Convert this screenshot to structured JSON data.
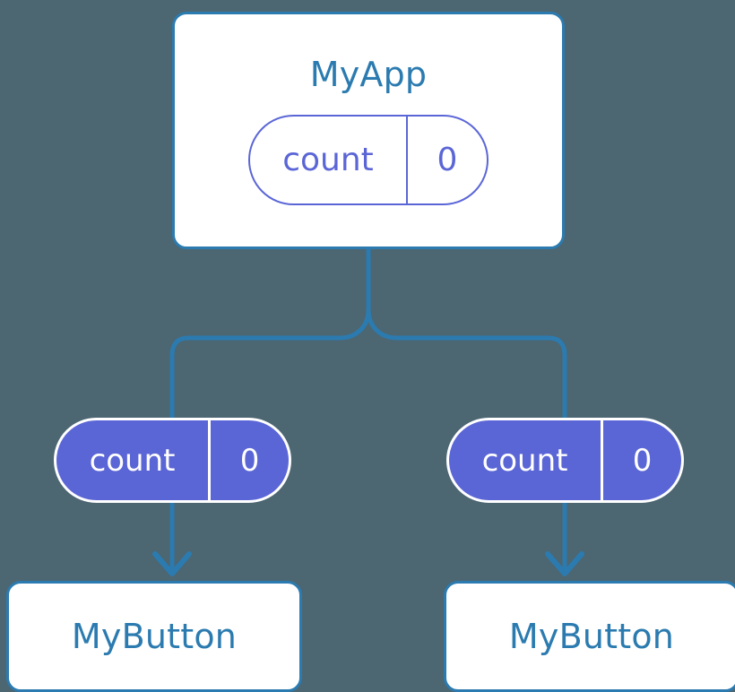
{
  "diagram": {
    "title": "React component tree with count state passed as prop",
    "background_color": "#4c6672",
    "accent_color": "#2b7bb0",
    "prop_color": "#5b66d6",
    "box_fill": "#ffffff"
  },
  "root": {
    "component_label": "MyApp",
    "state": {
      "key": "count",
      "value": "0"
    }
  },
  "children": [
    {
      "prop": {
        "key": "count",
        "value": "0"
      },
      "component_label": "MyButton"
    },
    {
      "prop": {
        "key": "count",
        "value": "0"
      },
      "component_label": "MyButton"
    }
  ],
  "connectors": {
    "tree_branch_name": "myapp-to-children-branch",
    "left_arrow_name": "arrow-to-left-mybutton",
    "right_arrow_name": "arrow-to-right-mybutton",
    "stroke_color": "#2b7bb0"
  }
}
